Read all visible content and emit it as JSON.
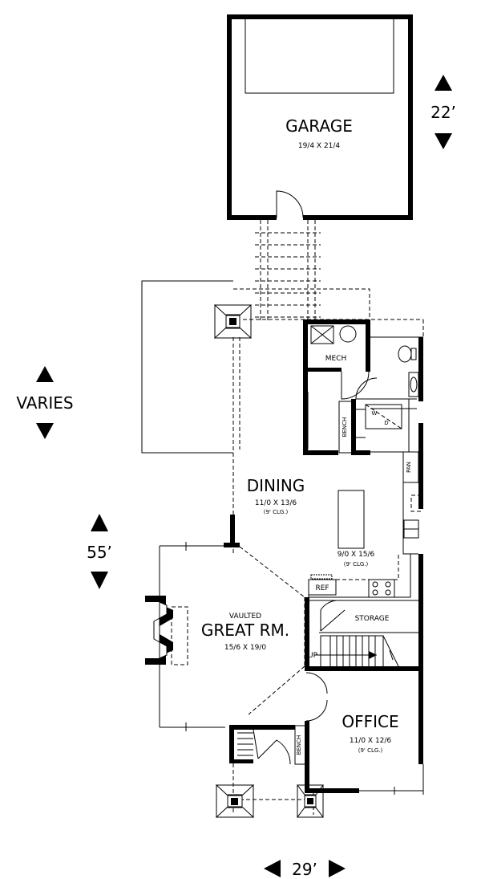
{
  "rooms": {
    "garage": {
      "name": "GARAGE",
      "size": "19/4  X  21/4"
    },
    "mech": {
      "name": "MECH"
    },
    "dining": {
      "name": "DINING",
      "size": "11/0  X  13/6",
      "ceiling": "(9' CLG.)"
    },
    "kitchen": {
      "size": "9/0  X  15/6",
      "ceiling": "(9' CLG.)"
    },
    "great_rm": {
      "prefix": "VAULTED",
      "name": "GREAT RM.",
      "size": "15/6  X  19/0"
    },
    "storage": {
      "name": "STORAGE"
    },
    "office": {
      "name": "OFFICE",
      "size": "11/0  X  12/6",
      "ceiling": "(9' CLG.)"
    }
  },
  "fixtures": {
    "bench_upper": "BENCH",
    "bench_lower": "BENCH",
    "pantry": "PAN",
    "refrigerator": "REF",
    "washer": "W",
    "dryer": "D",
    "stair_up": "UP"
  },
  "dimensions": {
    "garage_depth": "22’",
    "patio_depth": "VARIES",
    "house_depth": "55’",
    "house_width": "29’"
  }
}
